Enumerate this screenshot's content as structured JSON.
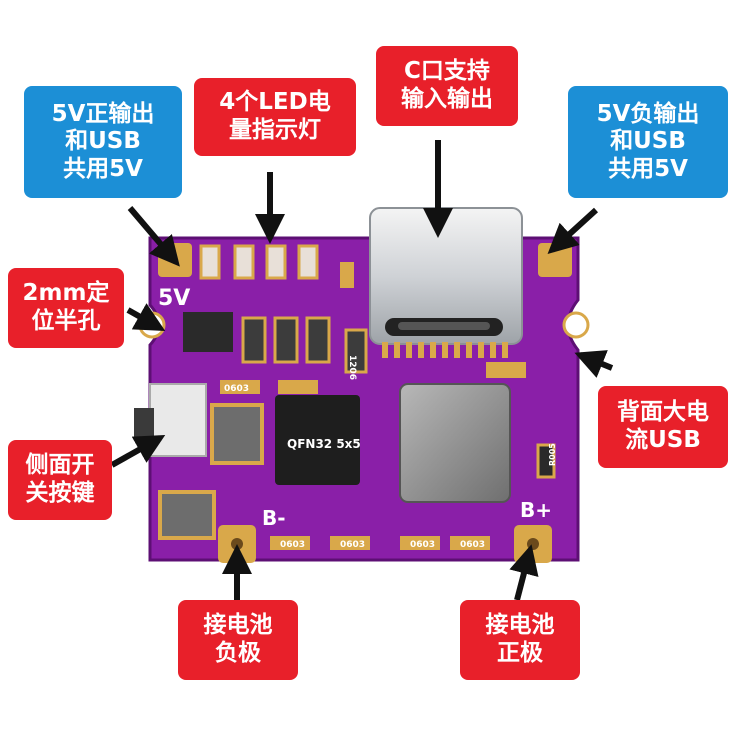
{
  "labels": {
    "usb_positive": [
      "5V正输出",
      "和USB",
      "共用5V"
    ],
    "led_indicator": [
      "4个LED电",
      "量指示灯"
    ],
    "typec": [
      "C口支持",
      "输入输出"
    ],
    "usb_negative": [
      "5V负输出",
      "和USB",
      "共用5V"
    ],
    "mount_hole": [
      "2mm定",
      "位半孔"
    ],
    "back_usb": [
      "背面大电",
      "流USB"
    ],
    "side_switch": [
      "侧面开",
      "关按键"
    ],
    "battery_negative": [
      "接电池",
      "负极"
    ],
    "battery_positive": [
      "接电池",
      "正极"
    ]
  },
  "silkscreen": {
    "five_v": "5V",
    "b_minus": "B-",
    "b_plus": "B+",
    "chip": "QFN32 5x5",
    "small_codes": [
      "0603",
      "R005",
      "0603",
      "0603",
      "0603",
      "0603",
      "1206"
    ]
  },
  "colors": {
    "pcb": "#8a1fa8",
    "pad": "#d9a84a",
    "label_blue": "#1c8fd6",
    "label_red": "#e8202a"
  }
}
